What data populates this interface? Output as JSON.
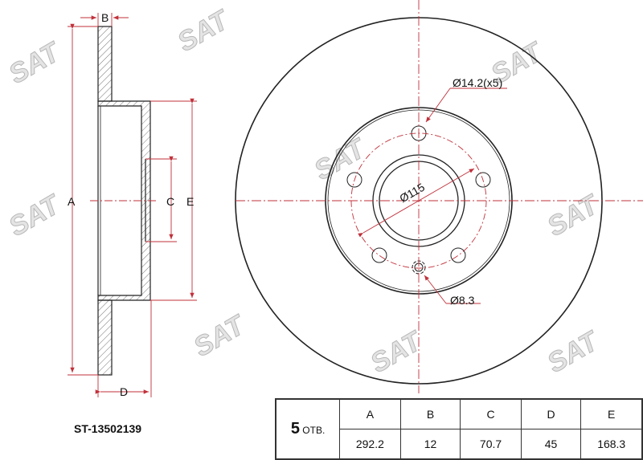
{
  "part_number": "ST-13502139",
  "watermark": "SAT",
  "colors": {
    "dimension_line": "#c0303a",
    "outline": "#222222"
  },
  "side_view": {
    "labels": {
      "A": "A",
      "B": "B",
      "C": "C",
      "D": "D",
      "E": "E"
    }
  },
  "front_view": {
    "bolt_hole_label": "Ø14.2(x5)",
    "pcd_label": "Ø115",
    "small_hole_label": "Ø8.3"
  },
  "spec_table": {
    "holes_count": "5",
    "holes_unit": "ОТВ.",
    "headers": [
      "A",
      "B",
      "C",
      "D",
      "E"
    ],
    "values": [
      "292.2",
      "12",
      "70.7",
      "45",
      "168.3"
    ]
  }
}
